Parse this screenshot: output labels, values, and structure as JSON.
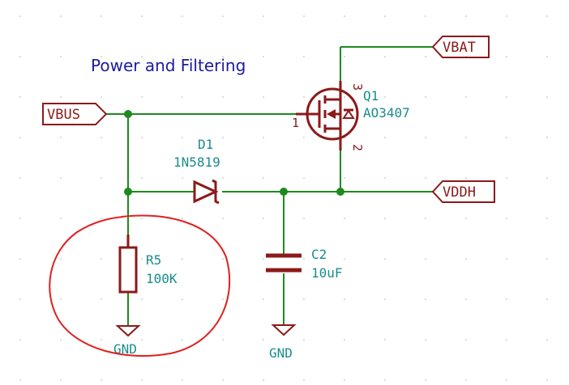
{
  "title": "Power and Filtering",
  "nets": {
    "vbus": "VBUS",
    "vbat": "VBAT",
    "vddh": "VDDH",
    "gnd_r5": "GND",
    "gnd_c2": "GND"
  },
  "components": {
    "q1": {
      "ref": "Q1",
      "value": "AO3407",
      "pin_gate": "1",
      "pin_drain": "2",
      "pin_source": "3"
    },
    "d1": {
      "ref": "D1",
      "value": "1N5819"
    },
    "r5": {
      "ref": "R5",
      "value": "100K"
    },
    "c2": {
      "ref": "C2",
      "value": "10uF"
    }
  },
  "colors": {
    "wire": "#1e8a1e",
    "symbol": "#8b1a1a",
    "ref_text": "#1a8c8c",
    "title_text": "#1c1c9c",
    "annotation": "#e02020",
    "grid_dot": "#b0b0b0"
  }
}
